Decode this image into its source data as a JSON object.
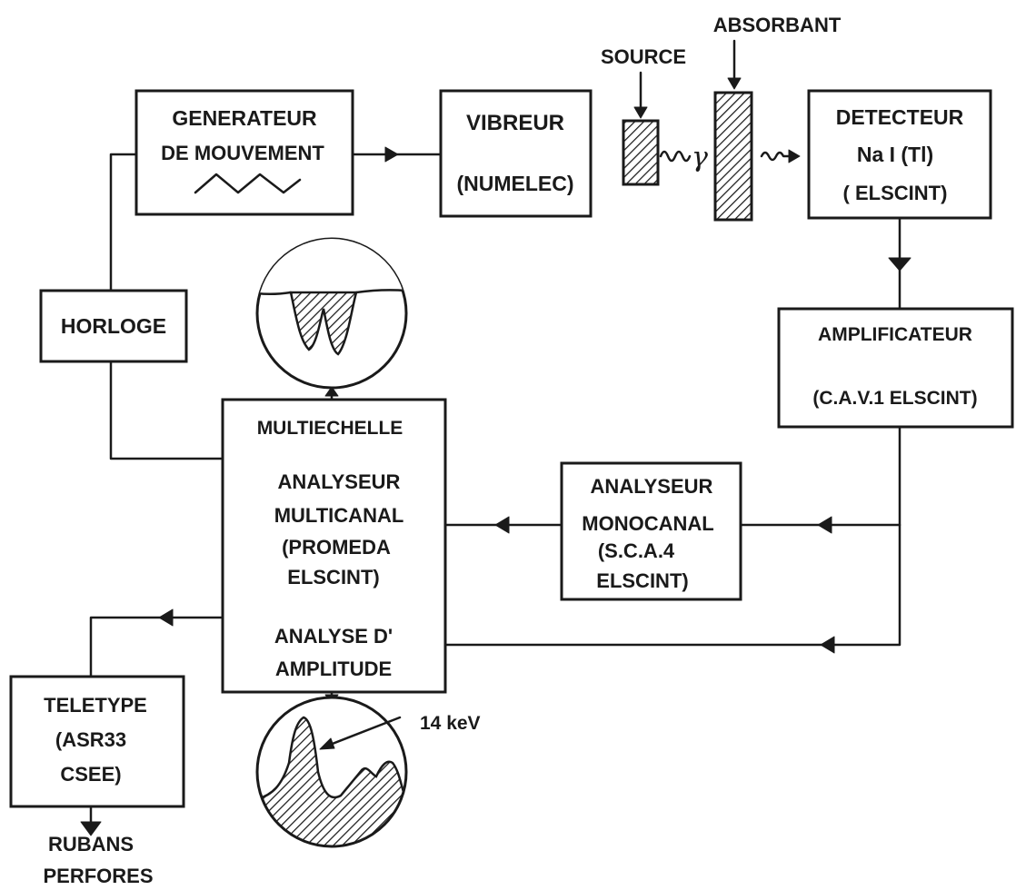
{
  "generator": {
    "line1": "GENERATEUR",
    "line2": "DE MOUVEMENT"
  },
  "vibreur": {
    "line1": "VIBREUR",
    "line2": "(NUMELEC)"
  },
  "source_label": "SOURCE",
  "gamma_symbol": "γ",
  "absorbant_label": "ABSORBANT",
  "detecteur": {
    "line1": "DETECTEUR",
    "line2": "Na  I  (Tl)",
    "line3": "( ELSCINT)"
  },
  "horloge": "HORLOGE",
  "amplificateur": {
    "line1": "AMPLIFICATEUR",
    "line2": "(C.A.V.1 ELSCINT)"
  },
  "monocanal": {
    "line1": "ANALYSEUR",
    "line2": "MONOCANAL",
    "line3": "(S.C.A.4",
    "line4": "ELSCINT)"
  },
  "multicanal": {
    "line1": "MULTIECHELLE",
    "line2": "ANALYSEUR",
    "line3": "MULTICANAL",
    "line4": "(PROMEDA",
    "line5": "ELSCINT)",
    "line6": "ANALYSE D'",
    "line7": "AMPLITUDE"
  },
  "teletype": {
    "line1": "TELETYPE",
    "line2": "(ASR33",
    "line3": "CSEE)"
  },
  "rubans": {
    "line1": "RUBANS",
    "line2": "PERFORES"
  },
  "energy_label": "14 keV",
  "colors": {
    "ink": "#1a1a1a",
    "paper": "#ffffff"
  }
}
